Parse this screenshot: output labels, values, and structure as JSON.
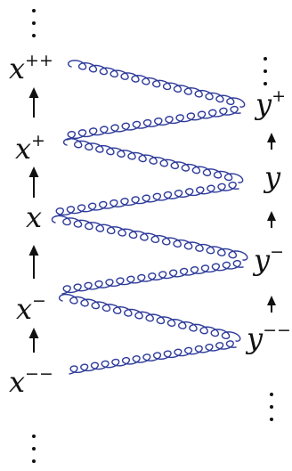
{
  "left_chain": [
    {
      "base": "x",
      "sup": "++"
    },
    {
      "base": "x",
      "sup": "+"
    },
    {
      "base": "x",
      "sup": ""
    },
    {
      "base": "x",
      "sup": "−"
    },
    {
      "base": "x",
      "sup": "−−"
    }
  ],
  "right_chain": [
    {
      "base": "y",
      "sup": "+"
    },
    {
      "base": "y",
      "sup": ""
    },
    {
      "base": "y",
      "sup": "−"
    },
    {
      "base": "y",
      "sup": "−−"
    }
  ],
  "colors": {
    "wave": "#2e3b9a",
    "text": "#111111"
  }
}
